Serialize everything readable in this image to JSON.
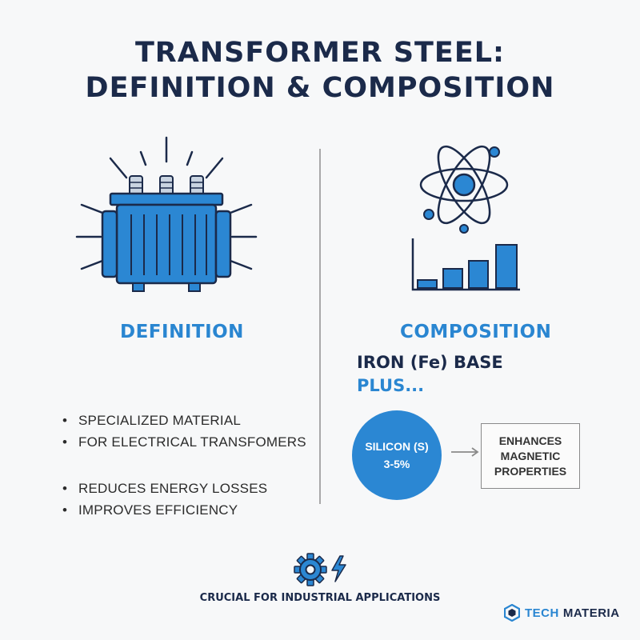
{
  "title": {
    "line1": "TRANSFORMER STEEL:",
    "line2": "DEFINITION & COMPOSITION"
  },
  "definition": {
    "heading": "DEFINITION",
    "bullets": [
      "SPECIALIZED MATERIAL",
      "FOR ELECTRICAL TRANSFOMERS",
      "REDUCES ENERGY LOSSES",
      "IMPROVES EFFICIENCY"
    ],
    "bullet_symbol": "•",
    "icon": "transformer-icon"
  },
  "composition": {
    "heading": "COMPOSITION",
    "base": "IRON (Fe) BASE",
    "plus": "PLUS...",
    "silicon_label": "SILICON (S)",
    "silicon_range": "3-5%",
    "effect": "ENHANCES MAGNETIC PROPERTIES",
    "icons": [
      "atom-icon",
      "bar-chart-icon",
      "arrow-right-icon"
    ]
  },
  "footer": {
    "text": "CRUCIAL FOR INDUSTRIAL APPLICATIONS",
    "icons": [
      "gear-icon",
      "lightning-icon"
    ]
  },
  "brand": {
    "word1": "TECH",
    "word2": "MATERIA",
    "icon": "hexagon-logo-icon"
  },
  "colors": {
    "navy": "#1b2a4a",
    "accent_blue": "#2a86d1",
    "background": "#f7f8f9"
  }
}
